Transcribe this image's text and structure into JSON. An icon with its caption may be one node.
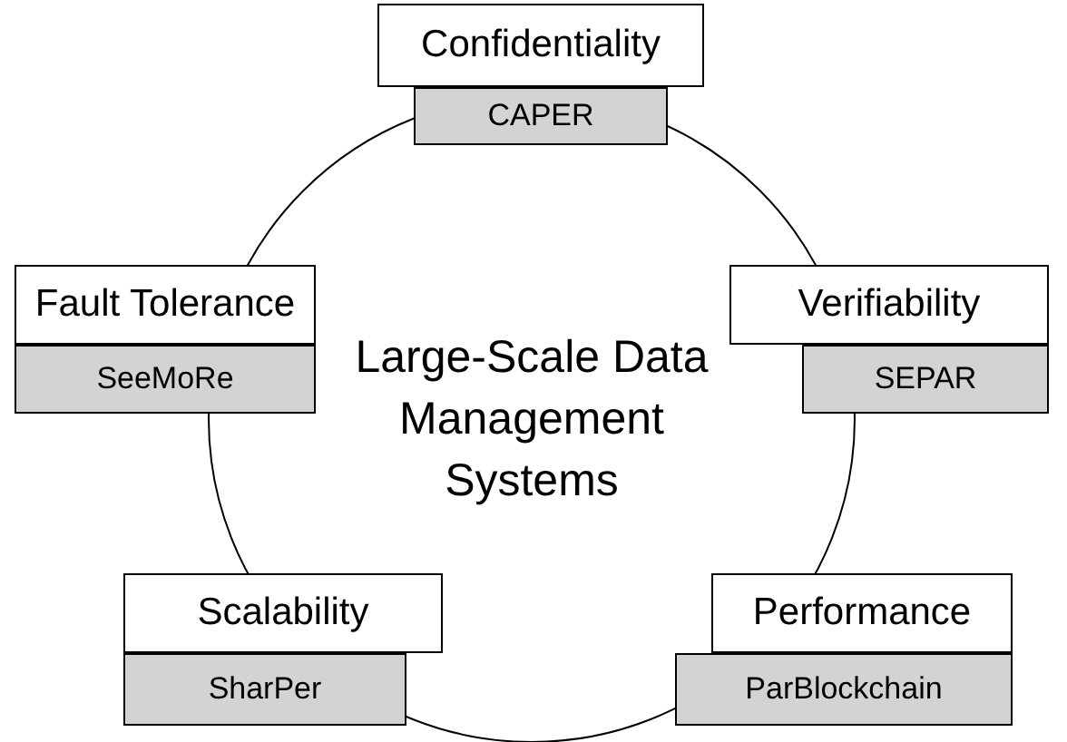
{
  "diagram": {
    "nodes": [
      {
        "text": [
          "Large-Scale Data Management Systems"
        ]
      },
      {
        "text": [
          "Confidentiality"
        ]
      },
      {
        "text": [
          "CAPER"
        ]
      },
      {
        "text": [
          "Fault Tolerance"
        ]
      },
      {
        "text": [
          "SeeMoRe"
        ]
      },
      {
        "text": [
          "Verifiability"
        ]
      },
      {
        "text": [
          "SEPAR"
        ]
      },
      {
        "text": [
          "Scalability"
        ]
      },
      {
        "text": [
          "SharPer"
        ]
      },
      {
        "text": [
          "Performance"
        ]
      },
      {
        "text": [
          "ParBlockchain"
        ]
      }
    ]
  }
}
